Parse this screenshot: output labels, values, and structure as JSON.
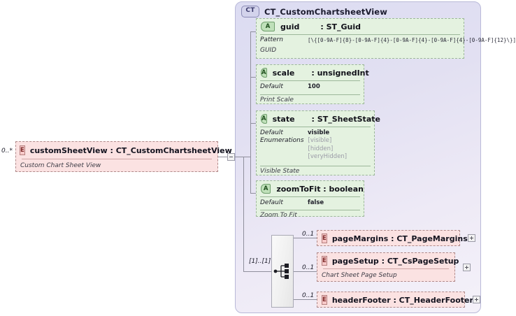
{
  "diagram": {
    "type": "xsd-schema-diagram",
    "complex_type": {
      "badge": "CT",
      "badge_icon": "complex-type-icon",
      "title": "CT_CustomChartsheetView"
    },
    "root_element": {
      "badge": "E",
      "badge_icon": "element-icon",
      "cardinality": "0..*",
      "title": "customSheetView : CT_CustomChartsheetView",
      "documentation": "Custom Chart Sheet View",
      "toggle": "minus"
    },
    "attributes": [
      {
        "badge": "A",
        "badge_icon": "attribute-icon",
        "name": "guid",
        "separator": ":",
        "type": "ST_Guid",
        "facets": [
          {
            "key": "Pattern",
            "value": "[\\{[0-9A-F]{8}-[0-9A-F]{4}-[0-9A-F]{4}-[0-9A-F]{4}-[0-9A-F]{12}\\}]",
            "mono": true
          }
        ],
        "documentation": "GUID"
      },
      {
        "badge": "A",
        "badge_icon": "attribute-icon",
        "name": "scale",
        "separator": ":",
        "type": "unsignedInt",
        "facets": [
          {
            "key": "Default",
            "value": "100",
            "mono": false
          }
        ],
        "documentation": "Print Scale"
      },
      {
        "badge": "A",
        "badge_icon": "attribute-icon",
        "name": "state",
        "separator": ":",
        "type": "ST_SheetState",
        "facets": [
          {
            "key": "Default",
            "value": "visible",
            "mono": false
          }
        ],
        "enumerations_key": "Enumerations",
        "enumerations": [
          "[visible]",
          "[hidden]",
          "[veryHidden]"
        ],
        "documentation": "Visible State"
      },
      {
        "badge": "A",
        "badge_icon": "attribute-icon",
        "name": "zoomToFit : boolean",
        "separator": "",
        "type": "",
        "facets": [
          {
            "key": "Default",
            "value": "false",
            "mono": false
          }
        ],
        "documentation": "Zoom To Fit"
      }
    ],
    "sequence": {
      "icon": "sequence-compositor-icon",
      "cardinality": "[1]..[1]"
    },
    "children": [
      {
        "badge": "E",
        "badge_icon": "element-icon",
        "cardinality": "0..1",
        "title": "pageMargins : CT_PageMargins",
        "documentation": "",
        "toggle": "plus"
      },
      {
        "badge": "E",
        "badge_icon": "element-icon",
        "cardinality": "0..1",
        "title": "pageSetup : CT_CsPageSetup",
        "documentation": "Chart Sheet Page Setup",
        "toggle": "plus"
      },
      {
        "badge": "E",
        "badge_icon": "element-icon",
        "cardinality": "0..1",
        "title": "headerFooter : CT_HeaderFooter",
        "documentation": "",
        "toggle": "plus"
      }
    ],
    "colors": {
      "element_fill": "#fbe2e2",
      "element_border": "#b08a8a",
      "attribute_fill": "#e4f2e0",
      "attribute_border": "#9cb799",
      "container_border": "#b9b9d8",
      "line": "#8f8f9c"
    }
  }
}
